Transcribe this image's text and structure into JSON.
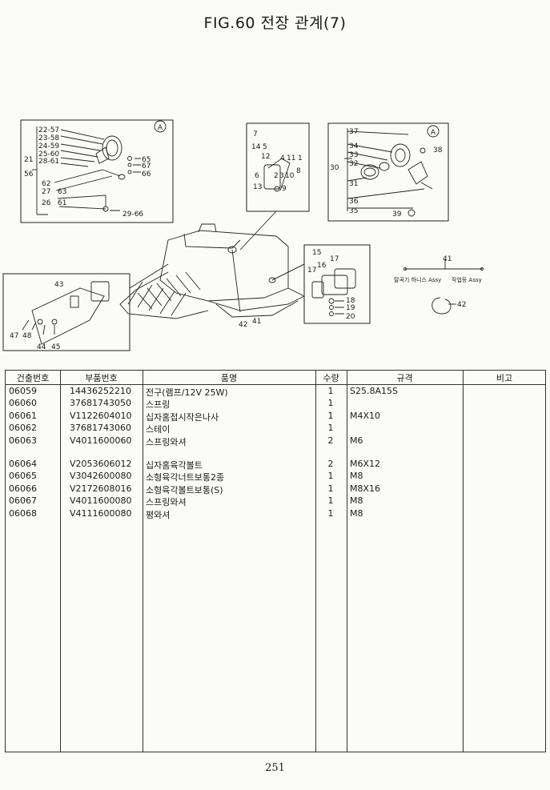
{
  "page": {
    "title": "FIG.60 전장 관계(7)",
    "number": "251"
  },
  "figure": {
    "inset_marker": "A",
    "callouts": {
      "left_inset": [
        "22",
        "57",
        "23",
        "58",
        "24",
        "59",
        "25",
        "60",
        "21",
        "28",
        "61",
        "56",
        "62",
        "27",
        "63",
        "26",
        "61",
        "65",
        "67",
        "66",
        "29",
        "66"
      ],
      "top_middle": [
        "7",
        "14",
        "5",
        "12",
        "4",
        "11",
        "1",
        "6",
        "2",
        "3",
        "10",
        "8",
        "13",
        "9"
      ],
      "right_inset": [
        "37",
        "34",
        "33",
        "32",
        "30",
        "31",
        "36",
        "35",
        "38",
        "39"
      ],
      "lower_middle": [
        "15",
        "16",
        "17",
        "17",
        "18",
        "19",
        "20"
      ],
      "lower_left": [
        "43",
        "47",
        "48",
        "44",
        "45"
      ],
      "main_machine": [
        "42",
        "41"
      ],
      "harness": [
        "41",
        "42"
      ]
    },
    "harness_labels": {
      "left": "탈곡기 하니스 Assy",
      "right": "작업등 Assy"
    }
  },
  "table": {
    "headers": {
      "no": "건출번호",
      "part_no": "부품번호",
      "name": "품명",
      "qty": "수량",
      "spec": "규격",
      "note": "비고"
    },
    "rows": [
      {
        "no": "06059",
        "part_no": "14436252210",
        "name": "전구(램프/12V 25W)",
        "qty": "1",
        "spec": "S25.8A15S"
      },
      {
        "no": "06060",
        "part_no": "37681743050",
        "name": "스프링",
        "qty": "1",
        "spec": ""
      },
      {
        "no": "06061",
        "part_no": "V1122604010",
        "name": "십자홈접시작은나사",
        "qty": "1",
        "spec": "M4X10"
      },
      {
        "no": "06062",
        "part_no": "37681743060",
        "name": "스테이",
        "qty": "1",
        "spec": ""
      },
      {
        "no": "06063",
        "part_no": "V4011600060",
        "name": "스프링와셔",
        "qty": "2",
        "spec": "M6"
      },
      {
        "no": "06064",
        "part_no": "V2053606012",
        "name": "십자홈육각볼트",
        "qty": "2",
        "spec": "M6X12"
      },
      {
        "no": "06065",
        "part_no": "V3042600080",
        "name": "소형육각너트보통2종",
        "qty": "1",
        "spec": "M8"
      },
      {
        "no": "06066",
        "part_no": "V2172608016",
        "name": "소형육각볼트보통(S)",
        "qty": "1",
        "spec": "M8X16"
      },
      {
        "no": "06067",
        "part_no": "V4011600080",
        "name": "스프링와셔",
        "qty": "1",
        "spec": "M8"
      },
      {
        "no": "06068",
        "part_no": "V4111600080",
        "name": "평와셔",
        "qty": "1",
        "spec": "M8"
      }
    ]
  }
}
